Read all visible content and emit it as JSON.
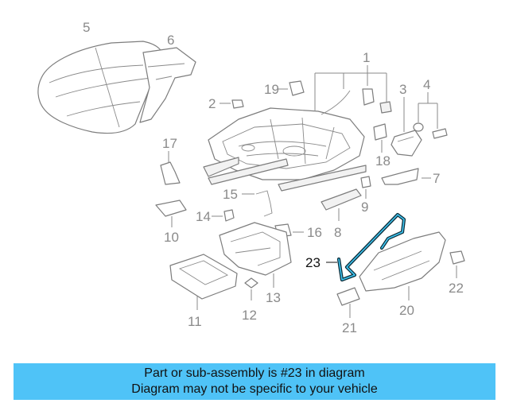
{
  "diagram": {
    "callouts": [
      "1",
      "2",
      "3",
      "4",
      "5",
      "6",
      "7",
      "8",
      "9",
      "10",
      "11",
      "12",
      "13",
      "14",
      "15",
      "16",
      "17",
      "18",
      "19",
      "20",
      "21",
      "22",
      "23"
    ],
    "highlighted_part": "23",
    "colors": {
      "highlight": "#3fc6f2",
      "banner": "#4fc3f7"
    }
  },
  "banner": {
    "line1": "Part or sub-assembly is #23 in diagram",
    "line2": "Diagram may not be specific to your vehicle"
  }
}
